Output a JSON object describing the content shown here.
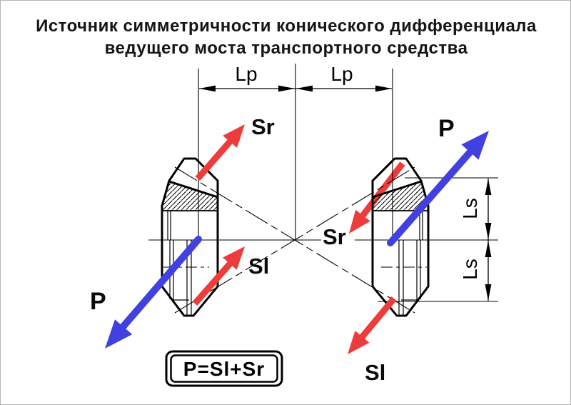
{
  "title": {
    "line1": "Источник симметричности конического дифференциала",
    "line2": "ведущего моста транспортного средства"
  },
  "dimension_labels": {
    "lp_left": "Lp",
    "lp_right": "Lp",
    "ls_upper": "Ls",
    "ls_lower": "Ls"
  },
  "force_labels": {
    "left_gear_slip_right": "Sr",
    "left_gear_slip_left": "Sl",
    "left_gear_drive": "P",
    "right_gear_slip_right": "Sr",
    "right_gear_slip_left": "Sl",
    "right_gear_drive": "P"
  },
  "formula": "P=Sl+Sr",
  "colors": {
    "slip_force_red": "#ee3b3b",
    "drive_force_blue": "#4141e1",
    "drawing_line": "#000000"
  }
}
